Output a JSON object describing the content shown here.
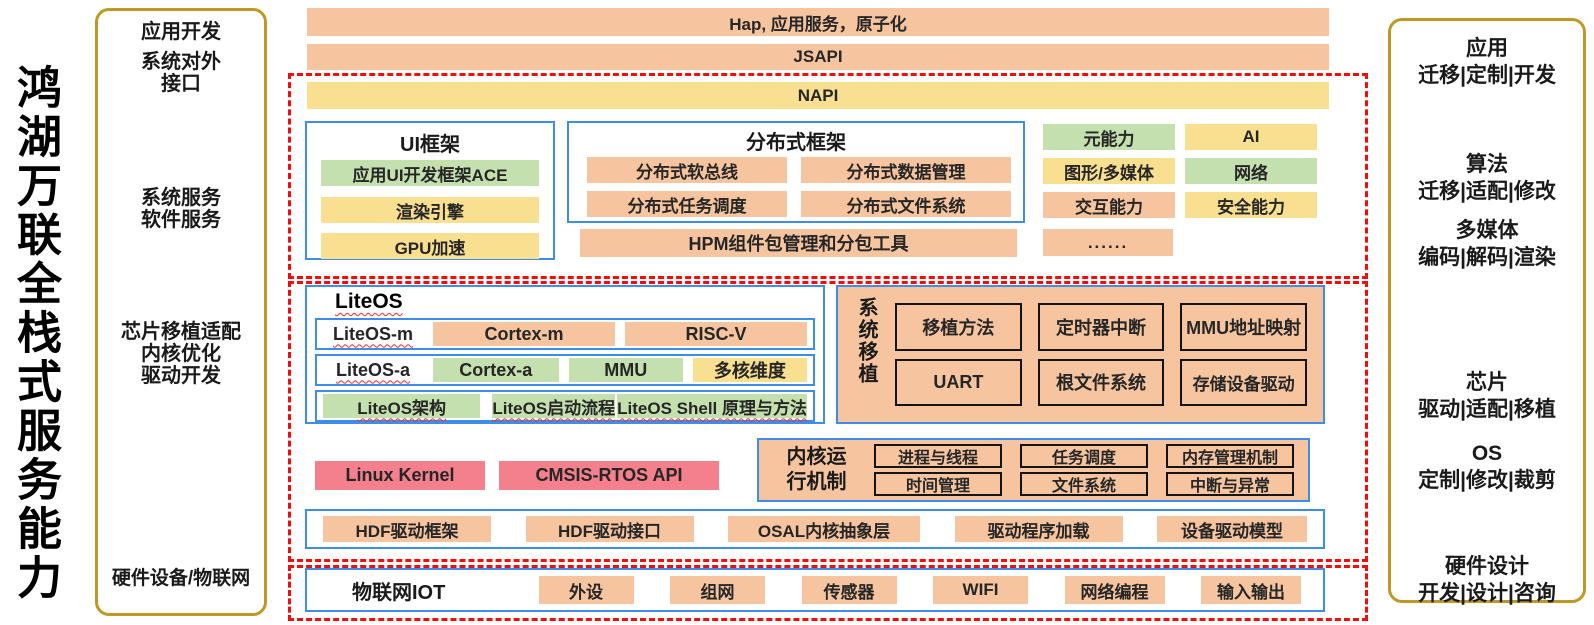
{
  "main_title": "鸿湖万联全栈式服务能力",
  "palette": {
    "orange": "#F6C5A0",
    "yellow": "#F9DF90",
    "green": "#C4E0AE",
    "pink": "#F3808C",
    "blue_border": "#3E8EE9",
    "gold_border": "#BF9826",
    "red_dashed": "#F40B0B",
    "black_border": "#141414"
  },
  "left_panel": {
    "items": [
      "应用开发",
      "系统对外\n接口",
      "系统服务\n软件服务",
      "芯片移植适配\n内核优化\n驱动开发",
      "硬件设备/物联网"
    ]
  },
  "top_bars": [
    {
      "label": "Hap, 应用服务，原子化"
    },
    {
      "label": "JSAPI"
    },
    {
      "label": "NAPI"
    }
  ],
  "ui_framework": {
    "title": "UI框架",
    "items": [
      {
        "label": "应用UI开发框架ACE",
        "color": "green"
      },
      {
        "label": "渲染引擎",
        "color": "yellow"
      },
      {
        "label": "GPU加速",
        "color": "yellow"
      }
    ]
  },
  "dist_framework": {
    "title": "分布式框架",
    "items": [
      {
        "label": "分布式软总线",
        "color": "orange"
      },
      {
        "label": "分布式数据管理",
        "color": "orange"
      },
      {
        "label": "分布式任务调度",
        "color": "orange"
      },
      {
        "label": "分布式文件系统",
        "color": "orange"
      }
    ]
  },
  "hpm_bar": "HPM组件包管理和分包工具",
  "capabilities": [
    {
      "label": "元能力",
      "color": "green"
    },
    {
      "label": "AI",
      "color": "yellow"
    },
    {
      "label": "图形/多媒体",
      "color": "yellow"
    },
    {
      "label": "网络",
      "color": "green"
    },
    {
      "label": "交互能力",
      "color": "orange"
    },
    {
      "label": "安全能力",
      "color": "yellow"
    },
    {
      "label": "......",
      "color": "orange"
    }
  ],
  "liteos": {
    "title": "LiteOS",
    "row1_label": "LiteOS-m",
    "row1_items": [
      {
        "label": "Cortex-m",
        "color": "orange"
      },
      {
        "label": "RISC-V",
        "color": "orange"
      }
    ],
    "row2_label": "LiteOS-a",
    "row2_items": [
      {
        "label": "Cortex-a",
        "color": "green"
      },
      {
        "label": "MMU",
        "color": "green"
      },
      {
        "label": "多核维度",
        "color": "yellow"
      }
    ],
    "row3_items": [
      {
        "label": "LiteOS架构",
        "color": "green"
      },
      {
        "label": "LiteOS启动流程",
        "color": "green"
      },
      {
        "label": "LiteOS Shell 原理与方法",
        "color": "green"
      }
    ]
  },
  "system_porting": {
    "title": "系统移植",
    "items": [
      "移植方法",
      "定时器中断",
      "MMU地址映射",
      "UART",
      "根文件系统",
      "存储设备驱动"
    ]
  },
  "kernel_bars": {
    "linux": "Linux Kernel",
    "cmsis": "CMSIS-RTOS API"
  },
  "kernel_runtime": {
    "title": "内核运\n行机制",
    "items": [
      "进程与线程",
      "任务调度",
      "内存管理机制",
      "时间管理",
      "文件系统",
      "中断与异常"
    ]
  },
  "hdf_row": {
    "items": [
      "HDF驱动框架",
      "HDF驱动接口",
      "OSAL内核抽象层",
      "驱动程序加载",
      "设备驱动模型"
    ]
  },
  "iot_row": {
    "title": "物联网IOT",
    "items": [
      "外设",
      "组网",
      "传感器",
      "WIFI",
      "网络编程",
      "输入输出"
    ]
  },
  "right_panel": {
    "items": [
      "应用\n迁移|定制|开发",
      "算法\n迁移|适配|修改",
      "多媒体\n编码|解码|渲染",
      "芯片\n驱动|适配|移植",
      "OS\n定制|修改|裁剪",
      "硬件设计\n开发|设计|咨询"
    ]
  }
}
